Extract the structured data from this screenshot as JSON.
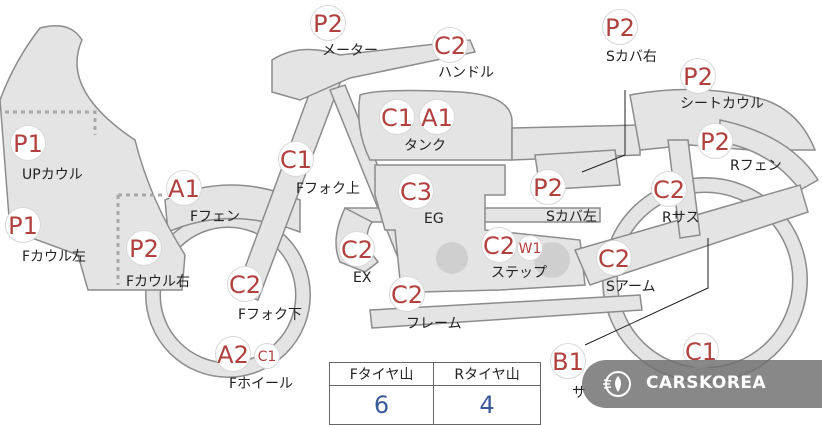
{
  "diagram": {
    "markers": [
      {
        "id": "meter",
        "code": "P2",
        "label": "メーター"
      },
      {
        "id": "handle",
        "code": "C2",
        "label": "ハンドル"
      },
      {
        "id": "s-cover-right",
        "code": "P2",
        "label": "Sカバ右"
      },
      {
        "id": "seat-cowl",
        "code": "P2",
        "label": "シートカウル"
      },
      {
        "id": "up-cowl",
        "code": "P1",
        "label": "UPカウル"
      },
      {
        "id": "tank",
        "codes": [
          "C1",
          "A1"
        ],
        "label": "タンク"
      },
      {
        "id": "r-fender",
        "code": "P2",
        "label": "Rフェン"
      },
      {
        "id": "f-fork-upper",
        "code": "C1",
        "label": "Fフォク上"
      },
      {
        "id": "f-fender",
        "code": "A1",
        "label": "Fフェン"
      },
      {
        "id": "engine",
        "code": "C3",
        "label": "EG"
      },
      {
        "id": "s-cover-left",
        "code": "P2",
        "label": "Sカバ左"
      },
      {
        "id": "r-suspension",
        "code": "C2",
        "label": "Rサス"
      },
      {
        "id": "f-cowl-left",
        "code": "P1",
        "label": "Fカウル左"
      },
      {
        "id": "f-cowl-right",
        "code": "P2",
        "label": "Fカウル右"
      },
      {
        "id": "exhaust",
        "code": "C2",
        "label": "EX"
      },
      {
        "id": "step",
        "code": "C2",
        "sub_code": "W1",
        "label": "ステップ"
      },
      {
        "id": "s-arm",
        "code": "C2",
        "label": "Sアーム"
      },
      {
        "id": "f-fork-lower",
        "code": "C2",
        "label": "Fフォク下"
      },
      {
        "id": "frame",
        "code": "C2",
        "label": "フレーム"
      },
      {
        "id": "f-wheel",
        "code": "A2",
        "sub_code": "C1",
        "label": "Fホイール"
      },
      {
        "id": "rear-lower",
        "code": "B1",
        "label": "サ"
      },
      {
        "id": "r-wheel",
        "code": "C1",
        "label": ""
      }
    ]
  },
  "tire_table": {
    "headers": [
      "Fタイヤ山",
      "Rタイヤ山"
    ],
    "values": [
      "6",
      "4"
    ]
  },
  "watermark": {
    "text": "CARSKOREA",
    "logo_icon": "flame-badge-icon"
  },
  "colors": {
    "code_text": "#b0413e",
    "tire_value": "#3b5a9a",
    "part_fill": "#e4e4e4",
    "part_stroke": "#8c8c8c"
  }
}
